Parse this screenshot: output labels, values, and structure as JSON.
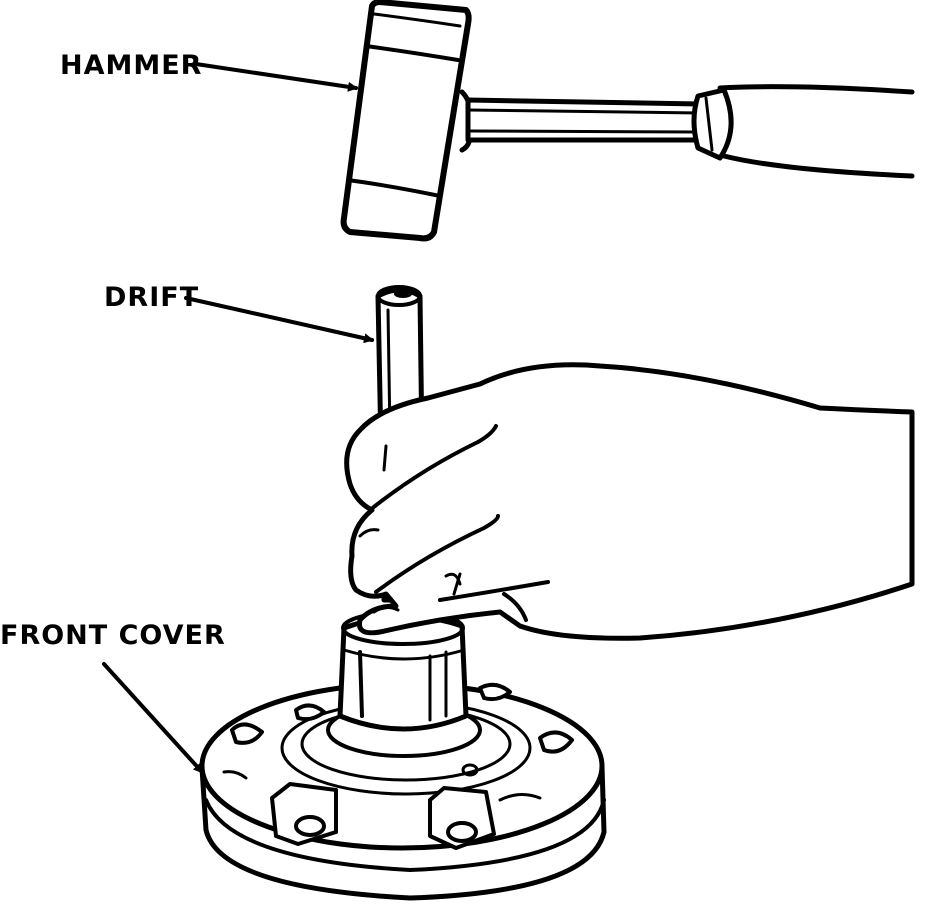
{
  "labels": {
    "hammer": "HAMMER",
    "drift": "DRIFT",
    "front_cover": "FRONT COVER"
  },
  "colors": {
    "ink": "#000000",
    "paper": "#ffffff"
  }
}
